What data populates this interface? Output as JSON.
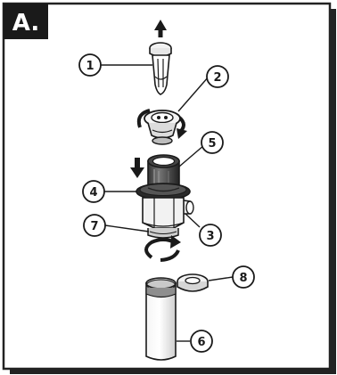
{
  "panel": {
    "label": "A."
  },
  "callouts": [
    {
      "id": "1",
      "text": "1"
    },
    {
      "id": "2",
      "text": "2"
    },
    {
      "id": "3",
      "text": "3"
    },
    {
      "id": "4",
      "text": "4"
    },
    {
      "id": "5",
      "text": "5"
    },
    {
      "id": "6",
      "text": "6"
    },
    {
      "id": "7",
      "text": "7"
    },
    {
      "id": "8",
      "text": "8"
    }
  ],
  "colors": {
    "ink": "#1a1a1a",
    "frame": "#222222",
    "tab": "#1a1a1a",
    "tab_text": "#ffffff",
    "part_light": "#ececec",
    "part_mid": "#bdbdbd",
    "part_dark": "#555555"
  },
  "icons": [
    "up-arrow-icon",
    "down-arrow-icon",
    "rotate-arrow-icon"
  ]
}
